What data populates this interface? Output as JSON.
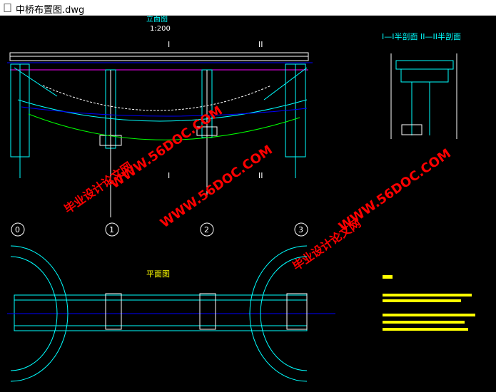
{
  "window": {
    "title": "中桥布置图.dwg"
  },
  "drawing": {
    "elevation_title": "立面图",
    "elevation_scale": "1:200",
    "section_title": "I—I半剖面 II—II半剖面",
    "plan_title": "平面图",
    "section_marks": [
      "I",
      "II",
      "I",
      "II"
    ],
    "axis_labels": [
      "0",
      "1",
      "2",
      "3"
    ]
  },
  "watermarks": [
    {
      "text": "WWW.56DOC.COM"
    },
    {
      "text": "毕业设计论文网"
    },
    {
      "text": "WWW.56DOC.COM"
    },
    {
      "text": "毕业设计论文网"
    },
    {
      "text": "WWW.56DOC.COM"
    }
  ],
  "colors": {
    "background": "#000000",
    "line_white": "#ffffff",
    "line_cyan": "#00ffff",
    "line_yellow": "#ffff00",
    "line_blue": "#0000ff",
    "line_magenta": "#ff00ff",
    "line_green": "#00ff00",
    "watermark_red": "#ff0000"
  }
}
